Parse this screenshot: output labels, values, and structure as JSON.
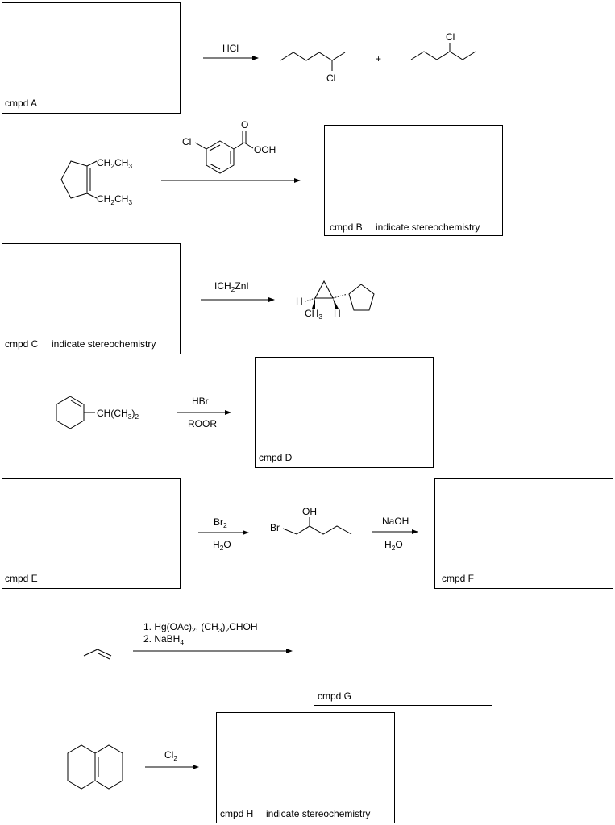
{
  "boxes": {
    "a": "cmpd A",
    "b": "cmpd B",
    "b_note": "indicate stereochemistry",
    "c": "cmpd C",
    "c_note": "indicate stereochemistry",
    "d": "cmpd D",
    "e": "cmpd E",
    "f": "cmpd F",
    "g": "cmpd G",
    "h": "cmpd H",
    "h_note": "indicate stereochemistry"
  },
  "reagents": {
    "r1": "HCl",
    "r3_main": "ICH",
    "r3_sub": "2",
    "r3_tail": "ZnI",
    "r4_top": "HBr",
    "r4_bottom": "ROOR",
    "r5_top_main": "Br",
    "r5_top_sub": "2",
    "r5_bottom_main": "H",
    "r5_bottom_sub": "2",
    "r5_bottom_tail": "O",
    "r6_top": "NaOH",
    "r6_bottom_main": "H",
    "r6_bottom_sub": "2",
    "r6_bottom_tail": "O",
    "r7_line1_a": "1. Hg(OAc)",
    "r7_line1_b": "2",
    "r7_line1_c": ", (CH",
    "r7_line1_d": "3",
    "r7_line1_e": ")",
    "r7_line1_f": "2",
    "r7_line1_g": "CHOH",
    "r7_line2_a": "2. NaBH",
    "r7_line2_b": "4",
    "r8_main": "Cl",
    "r8_sub": "2"
  },
  "atoms": {
    "cl": "Cl",
    "plus": "+",
    "o": "O",
    "ooh": "OOH",
    "ethyl_a": "CH",
    "ethyl_b": "2",
    "ethyl_c": "CH",
    "ethyl_d": "3",
    "h": "H",
    "ch": "CH",
    "ch_sub": "3",
    "isopropyl_a": "CH(CH",
    "isopropyl_b": "3",
    "isopropyl_c": ")",
    "isopropyl_d": "2",
    "oh": "OH",
    "br": "Br"
  }
}
